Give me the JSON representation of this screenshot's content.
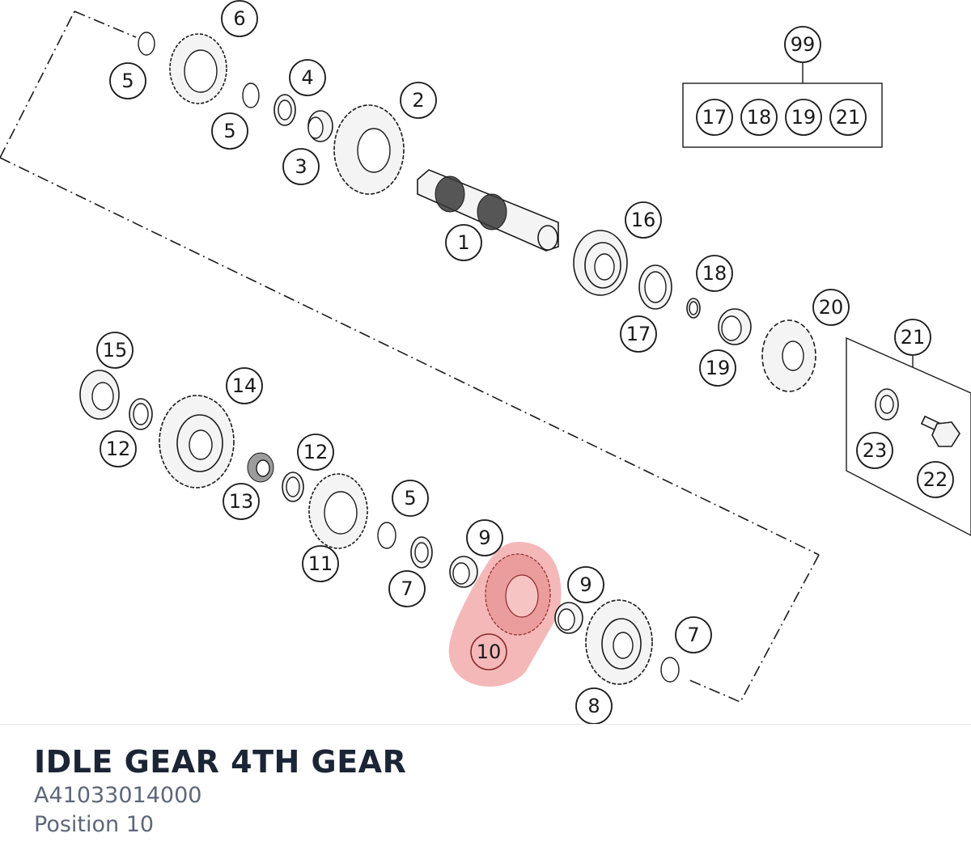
{
  "part": {
    "title": "IDLE GEAR 4TH GEAR",
    "number": "A41033014000",
    "position_label": "Position 10"
  },
  "highlight_color": "#f2a0a0",
  "callouts": [
    "5",
    "6",
    "5",
    "4",
    "2",
    "3",
    "1",
    "16",
    "17",
    "18",
    "19",
    "20",
    "21",
    "23",
    "22",
    "99",
    "17",
    "18",
    "19",
    "21",
    "15",
    "14",
    "12",
    "13",
    "12",
    "11",
    "5",
    "7",
    "9",
    "9",
    "10",
    "8",
    "7"
  ]
}
